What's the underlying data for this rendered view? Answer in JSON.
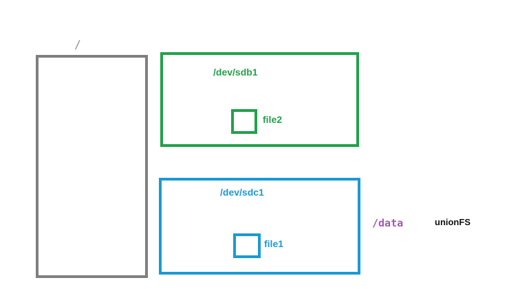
{
  "colors": {
    "root": "#7f7f7f",
    "sdb1": "#22a14a",
    "sdc1": "#1a9ad6",
    "data": "#a05ab0",
    "unionfs": "#111111"
  },
  "root": {
    "label": "/"
  },
  "sdb1": {
    "label": "/dev/sdb1",
    "file": {
      "label": "file2"
    }
  },
  "sdc1": {
    "label": "/dev/sdc1",
    "file": {
      "label": "file1"
    }
  },
  "mount": {
    "label": "/data"
  },
  "unionfs": {
    "label": "unionFS"
  }
}
